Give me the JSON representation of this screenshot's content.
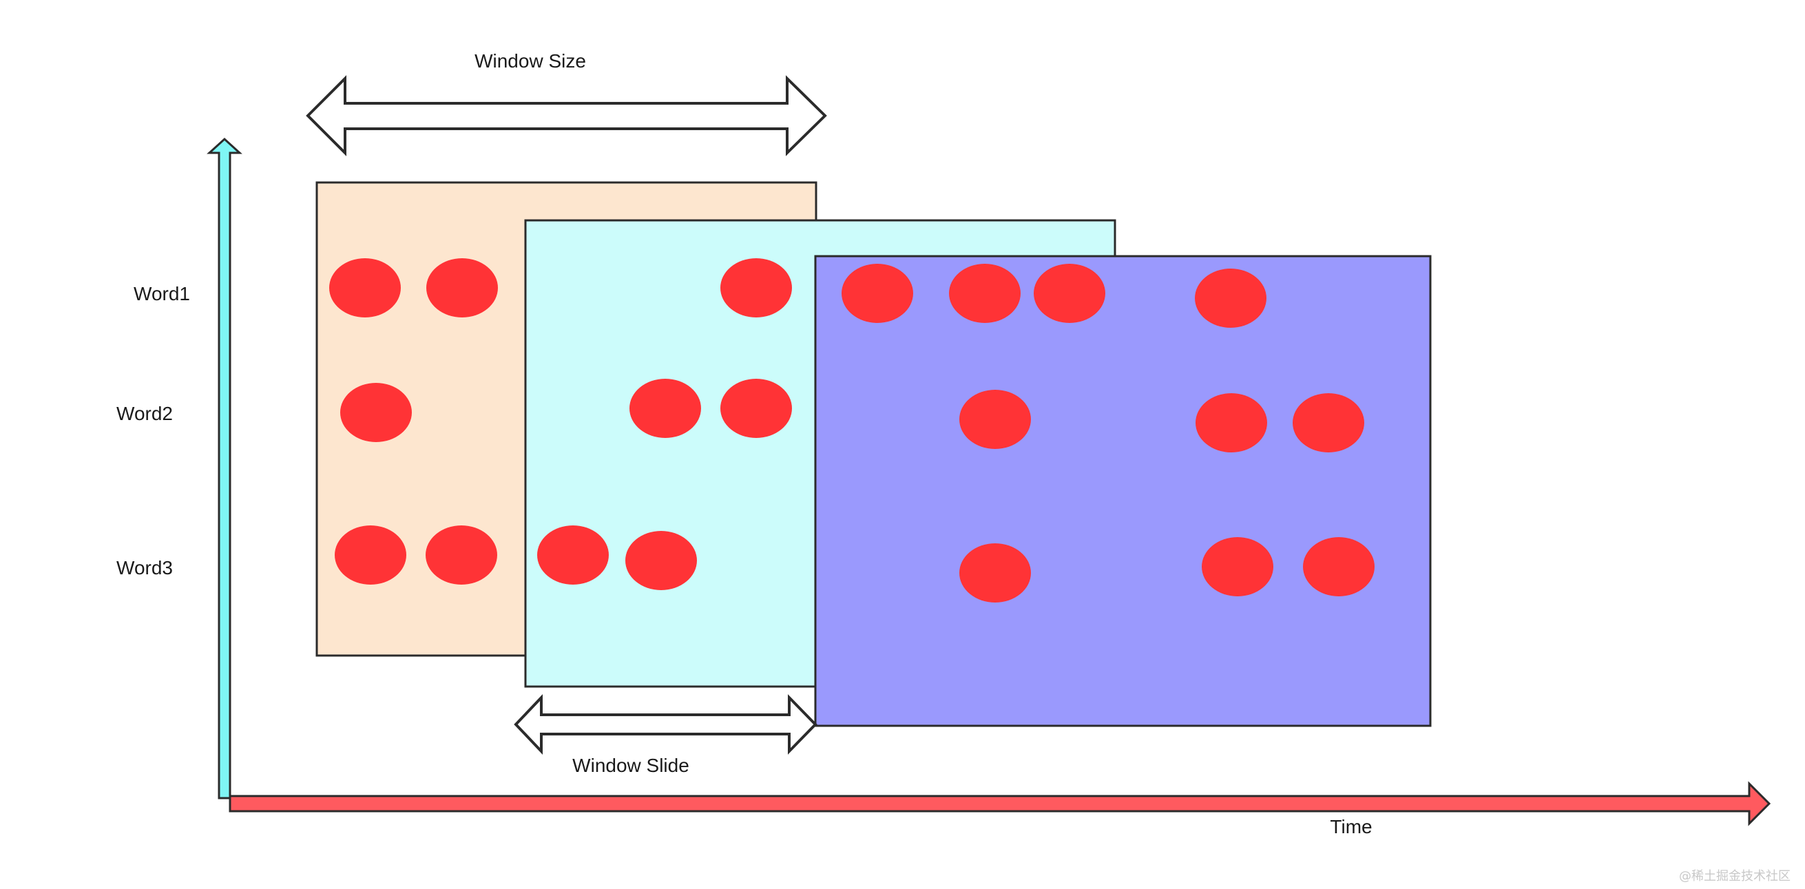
{
  "labels": {
    "window_size": "Window Size",
    "window_slide": "Window Slide",
    "time": "Time",
    "word1": "Word1",
    "word2": "Word2",
    "word3": "Word3"
  },
  "watermark": "@稀土掘金技术社区",
  "colors": {
    "window1_fill": "#fde6cf",
    "window2_fill": "#ccfcfb",
    "window3_fill": "#9a99fd",
    "dot": "#ff3336",
    "time_axis": "#ff5a5f",
    "value_axis": "#7ff6f5",
    "outline": "#2b2b2b"
  }
}
